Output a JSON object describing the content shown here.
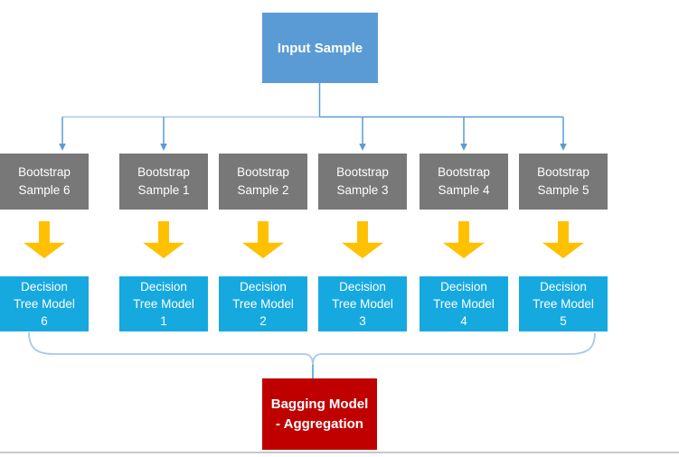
{
  "input_box": {
    "label": "Input Sample"
  },
  "columns": [
    {
      "bootstrap_line1": "Bootstrap",
      "bootstrap_line2": "Sample 1",
      "tree_line1": "Decision",
      "tree_line2": "Tree Model",
      "tree_line3": "1"
    },
    {
      "bootstrap_line1": "Bootstrap",
      "bootstrap_line2": "Sample 2",
      "tree_line1": "Decision",
      "tree_line2": "Tree Model",
      "tree_line3": "2"
    },
    {
      "bootstrap_line1": "Bootstrap",
      "bootstrap_line2": "Sample 3",
      "tree_line1": "Decision",
      "tree_line2": "Tree Model",
      "tree_line3": "3"
    },
    {
      "bootstrap_line1": "Bootstrap",
      "bootstrap_line2": "Sample 4",
      "tree_line1": "Decision",
      "tree_line2": "Tree Model",
      "tree_line3": "4"
    },
    {
      "bootstrap_line1": "Bootstrap",
      "bootstrap_line2": "Sample 5",
      "tree_line1": "Decision",
      "tree_line2": "Tree Model",
      "tree_line3": "5"
    },
    {
      "bootstrap_line1": "Bootstrap",
      "bootstrap_line2": "Sample 6",
      "tree_line1": "Decision",
      "tree_line2": "Tree Model",
      "tree_line3": "6"
    }
  ],
  "aggregation_box": {
    "line1": "Bagging Model",
    "line2": "- Aggregation"
  },
  "colors": {
    "input_blue": "#5B9BD5",
    "sample_gray": "#787878",
    "tree_cyan": "#16A9E0",
    "arrow_amber": "#FFC000",
    "aggregation_red": "#C00000",
    "connector_blue": "#5B9BD5",
    "connector_light": "#A9C9E8",
    "brace_light": "#A8C8E8",
    "brace_stub": "#55AEE0",
    "bottom_border": "#C8C8C8"
  }
}
